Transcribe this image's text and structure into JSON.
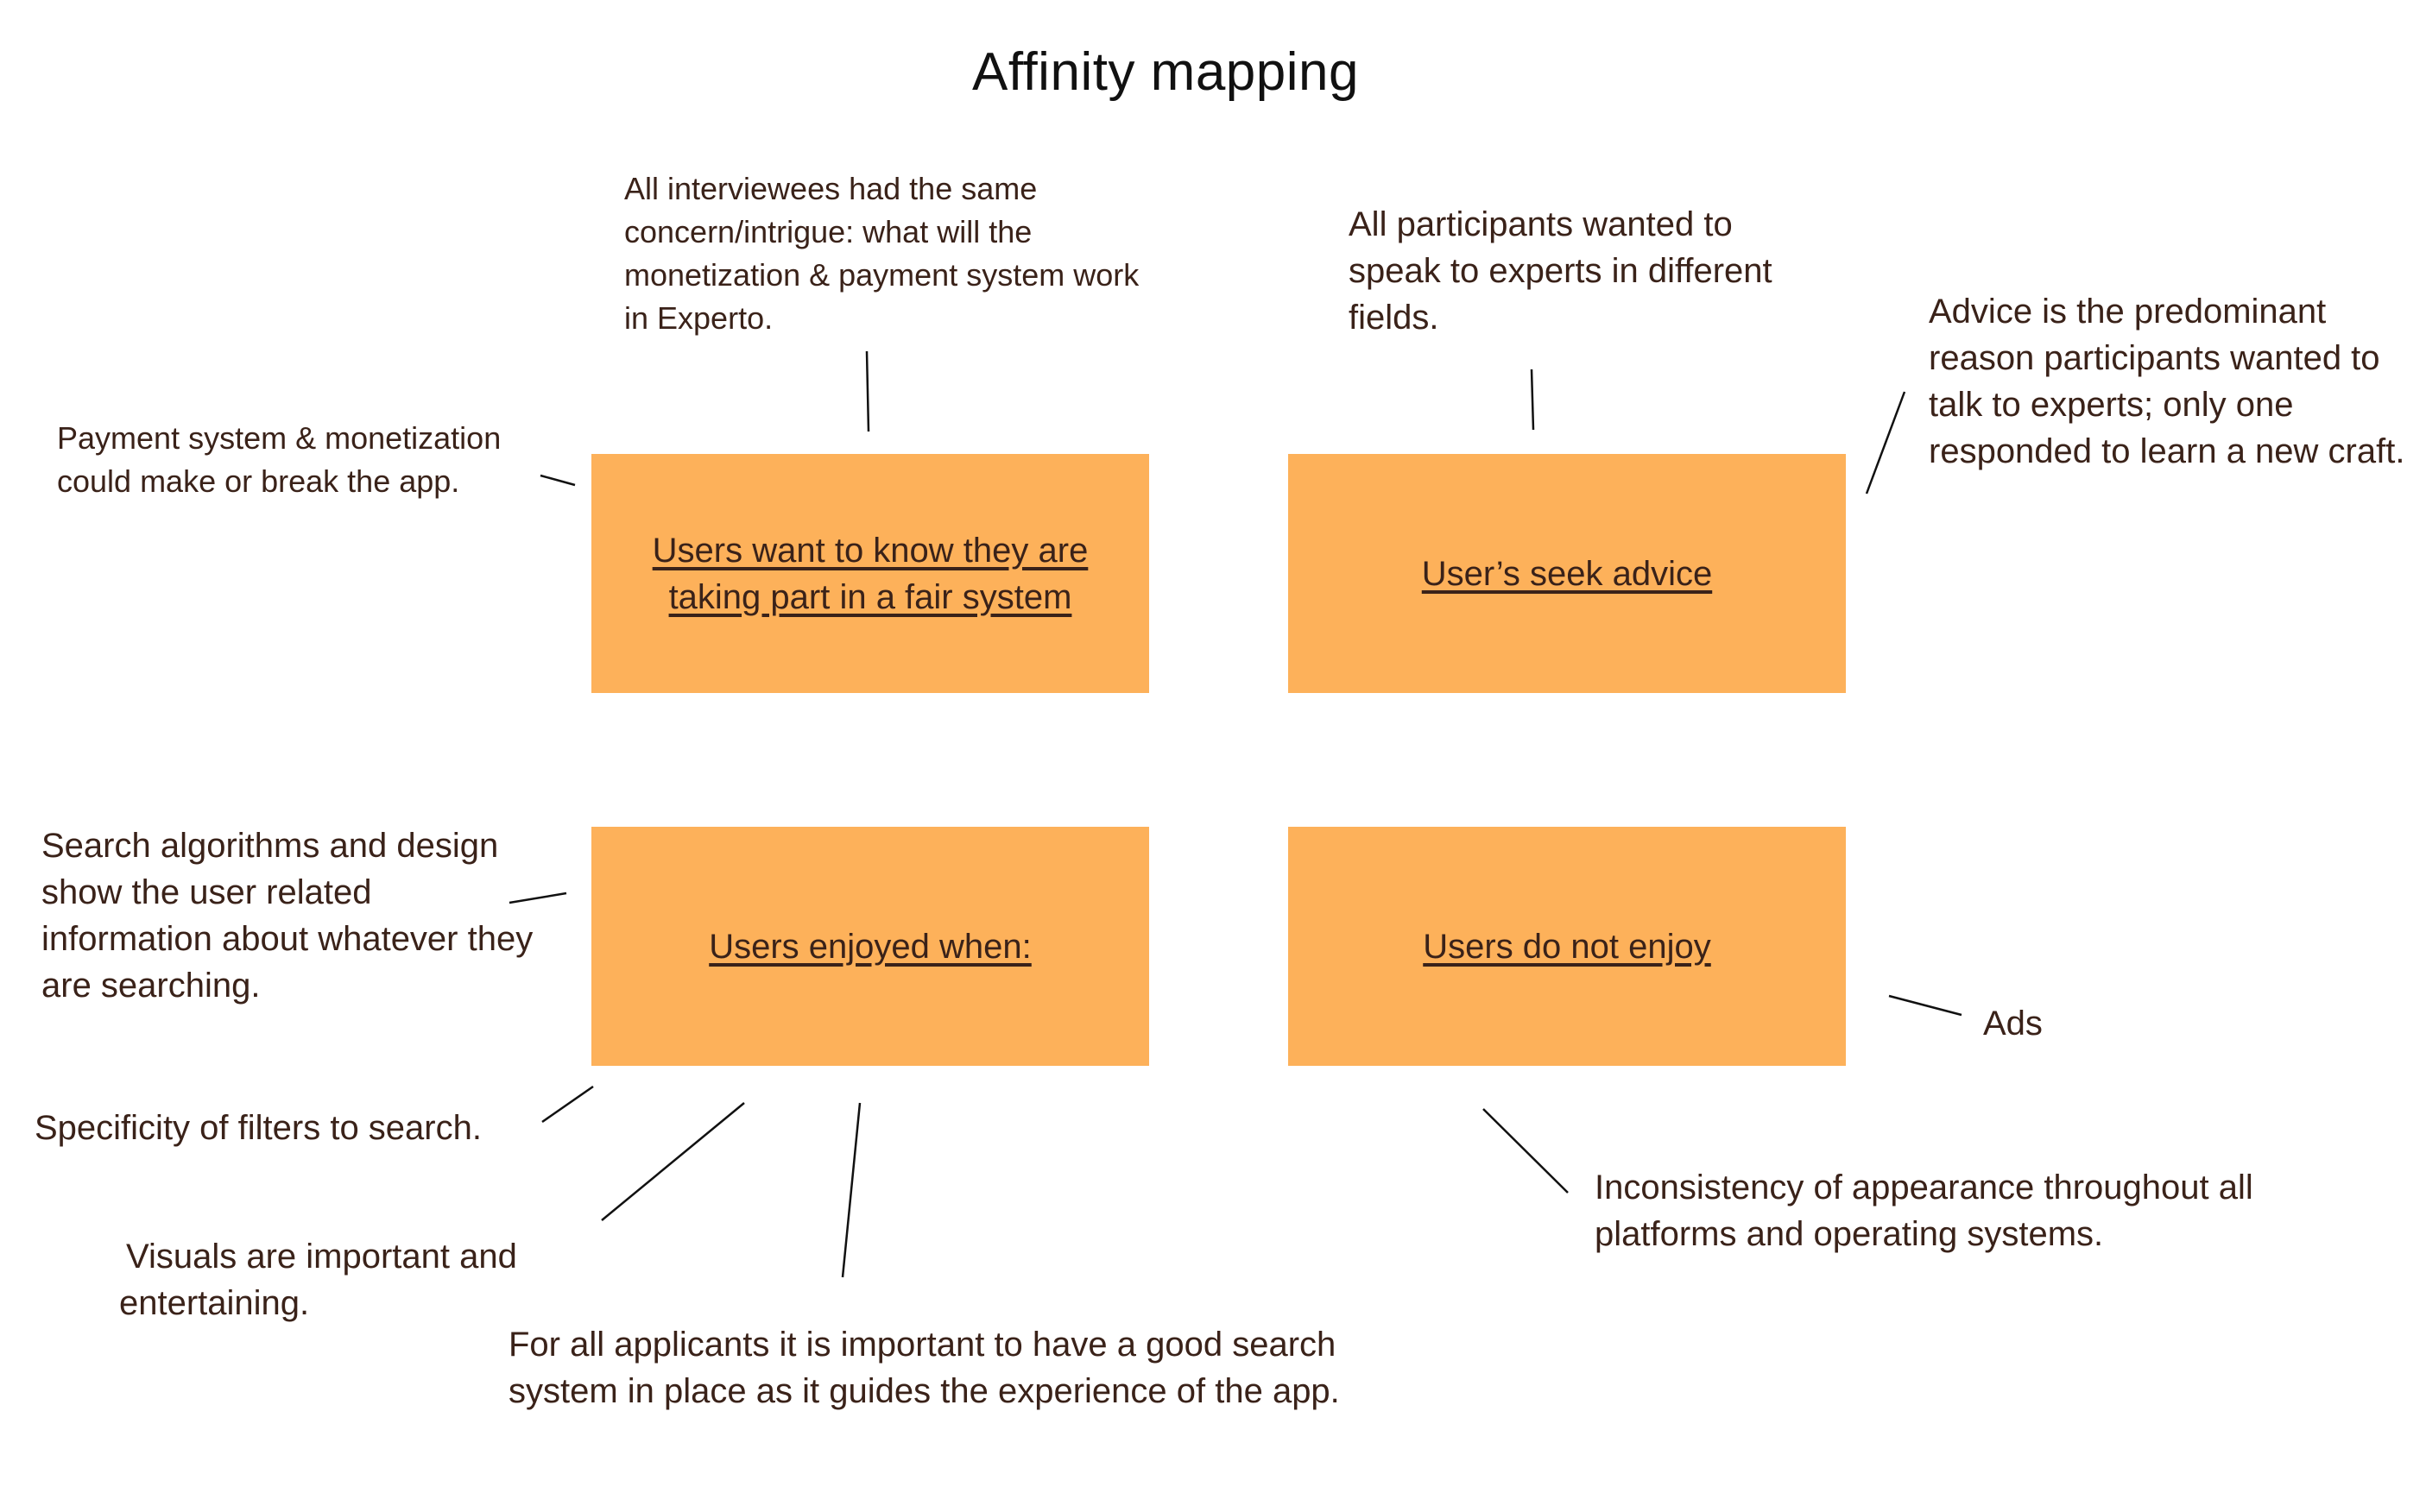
{
  "title": "Affinity mapping",
  "colors": {
    "sticky": "#fdb15a",
    "text": "#3a2219",
    "line": "#111111"
  },
  "boxes": [
    {
      "label": "Users want to know they are taking part in a fair system"
    },
    {
      "label": "User’s seek advice"
    },
    {
      "label": "Users enjoyed when:"
    },
    {
      "label": "Users do not enjoy"
    }
  ],
  "notes": {
    "interviewees_concern": "All interviewees had the same concern/intrigue: what will the monetization & payment system work in Experto.",
    "payment_make_break": "Payment system & monetization could make or break the app.",
    "speak_to_experts": "All participants wanted to speak to experts in different fields.",
    "advice_predominant": "Advice is the predominant reason participants wanted to talk to experts; only one responded to learn a new craft.",
    "search_algorithms": "Search algorithms and design show the user related information about whatever they are searching.",
    "filters_specificity": "Specificity of filters to search.",
    "visuals_important": "Visuals are important and entertaining.",
    "good_search_system": "For all applicants it is important to have a good search system in place as it guides the experience of the app.",
    "ads": "Ads",
    "inconsistency": "Inconsistency of appearance throughout all platforms and operating systems."
  }
}
